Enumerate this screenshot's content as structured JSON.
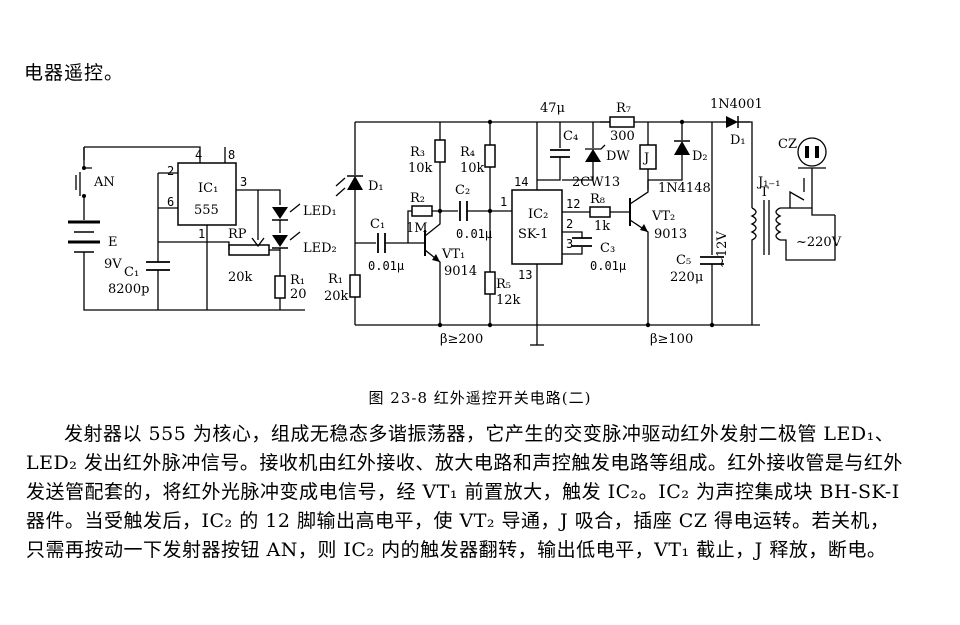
{
  "intro_text": "电器遥控。",
  "caption": "图 23-8   红外遥控开关电路(二)",
  "paragraph": "发射器以 555 为核心，组成无稳态多谐振荡器，它产生的交变脉冲驱动红外发射二极管 LED₁、LED₂ 发出红外脉冲信号。接收机由红外接收、放大电路和声控触发电路等组成。红外接收管是与红外发送管配套的，将红外光脉冲变成电信号，经 VT₁ 前置放大，触发 IC₂。IC₂ 为声控集成块 BH-SK-I 器件。当受触发后，IC₂ 的 12 脚输出高电平，使 VT₂ 导通，J 吸合，插座 CZ 得电运转。若关机，只需再按动一下发射器按钮 AN，则 IC₂ 内的触发器翻转，输出低电平，VT₁ 截止，J 释放，断电。",
  "labels": {
    "an": "AN",
    "e": "E",
    "v9": "9V",
    "c1": "C₁",
    "c1v": "8200p",
    "ic1": "IC₁",
    "ic1t": "555",
    "p2": "2",
    "p4": "4",
    "p8": "8",
    "p3": "3",
    "p6": "6",
    "p1": "1",
    "rp": "RP",
    "rpv": "20k",
    "led1": "LED₁",
    "led2": "LED₂",
    "r1": "R₁",
    "r1v": "20",
    "d1": "D₁",
    "rx_c1": "C₁",
    "rx_c1v": "0.01μ",
    "rx_r1": "R₁",
    "rx_r1v": "20k",
    "r2": "R₂",
    "r2v": "1M",
    "r3": "R₃",
    "r3v": "10k",
    "vt1": "VT₁",
    "vt1t": "9014",
    "r4": "R₄",
    "r4v": "10k",
    "c2": "C₂",
    "c2v": "0.01μ",
    "r5": "R₅",
    "r5v": "12k",
    "beta1": "β≥200",
    "c4": "C₄",
    "c4v": "47μ",
    "ic2": "IC₂",
    "ic2t": "SK-1",
    "p14": "14",
    "p12": "12",
    "pp2": "2",
    "pp3": "3",
    "p13": "13",
    "pp1": "1",
    "c3": "C₃",
    "c3v": "0.01μ",
    "r7": "R₇",
    "r7v": "300",
    "dw": "DW",
    "dwt": "2CW13",
    "r8": "R₈",
    "r8v": "1k",
    "j": "J",
    "d2": "D₂",
    "d2t": "1N4148",
    "vt2": "VT₂",
    "vt2t": "9013",
    "beta2": "β≥100",
    "c5": "C₅",
    "c5v": "220μ",
    "v12": "~12V",
    "n4001": "1N4001",
    "d1b": "D₁",
    "t": "T",
    "j1": "J₁₋₁",
    "v220": "~220V",
    "cz": "CZ"
  }
}
